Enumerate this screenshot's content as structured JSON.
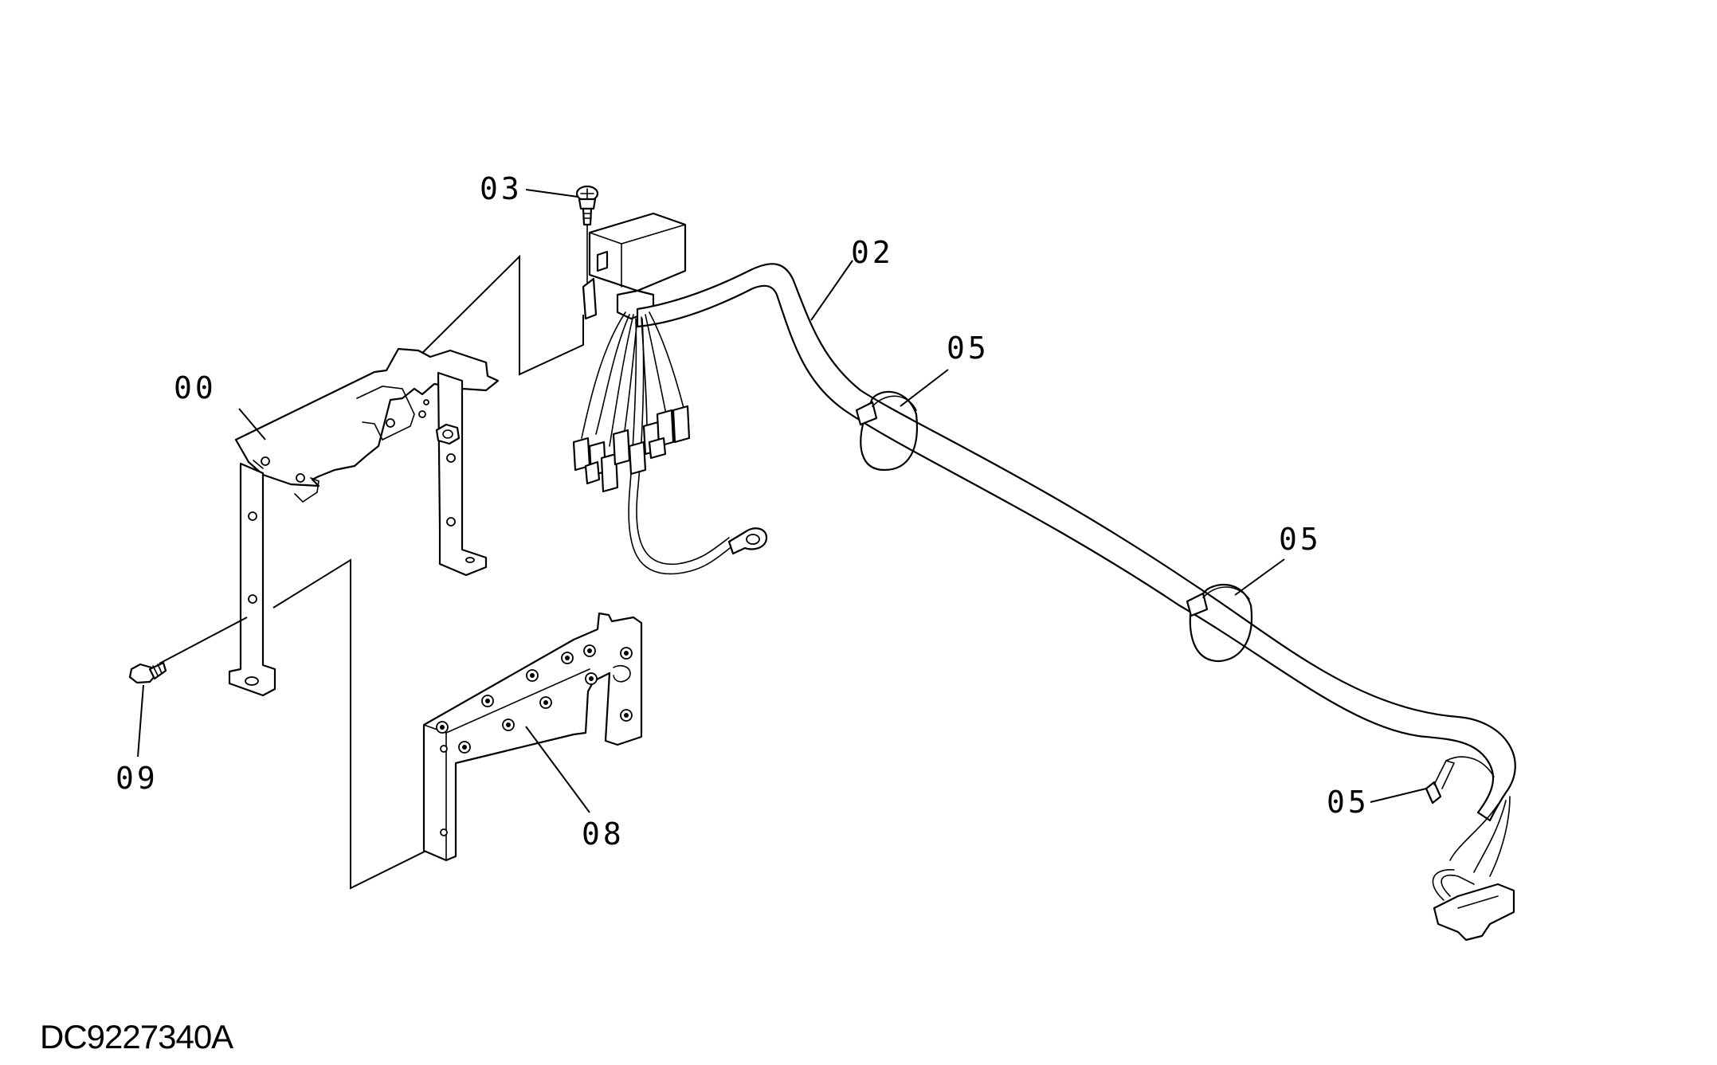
{
  "drawing_code": "DC9227340A",
  "callouts": {
    "c00": "00",
    "c02": "02",
    "c03": "03",
    "c05a": "05",
    "c05b": "05",
    "c05c": "05",
    "c08": "08",
    "c09": "09"
  }
}
